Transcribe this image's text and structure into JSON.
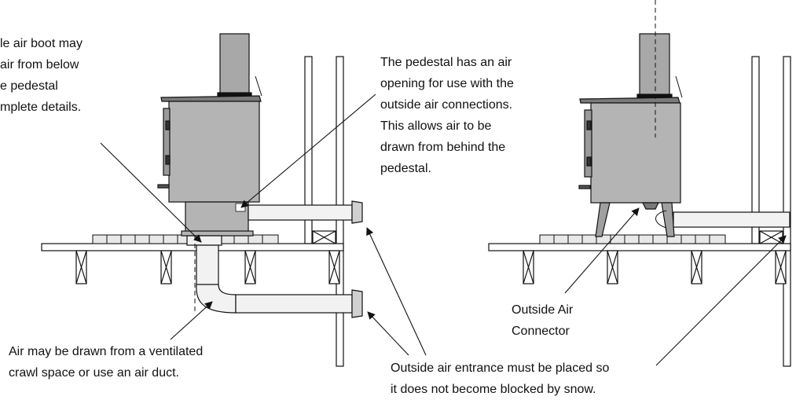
{
  "annotations": {
    "boot_note": {
      "lines": [
        "le air boot may",
        "air from below",
        "e pedestal",
        "mplete details."
      ]
    },
    "pedestal_note": {
      "lines": [
        "The pedestal has an air",
        "opening for use with the",
        "outside air connections.",
        "This allows air to be",
        "drawn from behind the",
        "pedestal."
      ]
    },
    "crawl_note": {
      "lines": [
        "Air may be drawn from a ventilated",
        "crawl space or use an air duct."
      ]
    },
    "connector_note": {
      "lines": [
        "Outside Air",
        "Connector"
      ]
    },
    "snow_note": {
      "lines": [
        "Outside air entrance must be placed so",
        "it does not become blocked by snow."
      ]
    }
  },
  "colors": {
    "stove_body": "#b4b4b4",
    "stove_dark": "#8c8c8c",
    "duct": "#f2f2f2",
    "line": "#111111"
  }
}
